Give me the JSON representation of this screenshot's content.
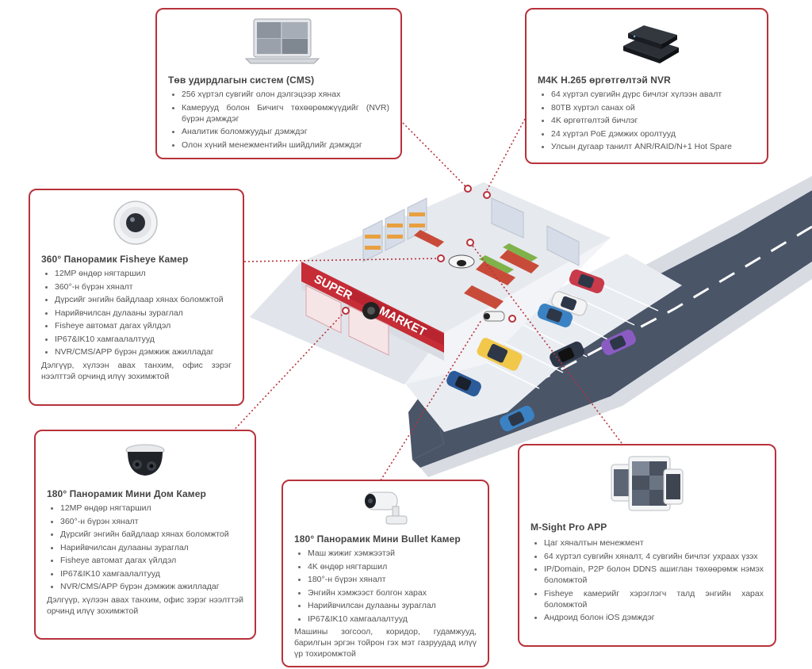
{
  "cms": {
    "title": "Төв удирдлагын систем (CMS)",
    "items": [
      "256 хүртэл сувгийг олон дэлгэцээр хянах",
      "Камерууд болон Бичигч төхөөрөмжүүдийг (NVR) бүрэн дэмждэг",
      "Аналитик боломжуудыг дэмждэг",
      "Олон хүний менежментийн шийдлийг дэмждэг"
    ]
  },
  "nvr": {
    "title": "M4K H.265 өргөтгөлтэй NVR",
    "items": [
      "64 хүртэл сувгийн дүрс бичлэг хүлээн авалт",
      "80TB хүртэл санах ой",
      "4K өргөтгөлтэй бичлэг",
      "24 хүртэл PoE дэмжих оролтууд",
      "Улсын дугаар танилт ANR/RAID/N+1 Hot Spare"
    ]
  },
  "fisheye": {
    "title": "360° Панорамик Fisheye Камер",
    "items": [
      "12MP өндөр нягтаршил",
      "360°-н бүрэн хяналт",
      "Дүрсийг энгийн байдлаар хянах боломжтой",
      "Нарийвчилсан дулааны зураглал",
      "Fisheye автомат дагах үйлдэл",
      "IP67&IK10 хамгаалалтууд",
      "NVR/CMS/APP бүрэн дэмжиж ажилладаг"
    ],
    "note": "Дэлгүүр, хүлээн авах танхим, офис зэрэг нээлттэй орчинд илүү зохимжтой"
  },
  "dome": {
    "title": "180° Панорамик Мини Дом Камер",
    "items": [
      "12MP өндөр нягтаршил",
      "360°-н бүрэн хяналт",
      "Дүрсийг энгийн байдлаар хянах боломжтой",
      "Нарийвчилсан дулааны зураглал",
      "Fisheye автомат дагах үйлдэл",
      "IP67&IK10 хамгаалалтууд",
      "NVR/CMS/APP бүрэн дэмжиж ажилладаг"
    ],
    "note": "Дэлгүүр, хүлээн авах танхим, офис зэрэг нээлттэй орчинд илүү зохимжтой"
  },
  "bullet": {
    "title": "180° Панорамик Мини Bullet Камер",
    "items": [
      "Маш жижиг хэмжээтэй",
      "4K өндөр нягтаршил",
      "180°-н бүрэн хяналт",
      "Энгийн хэмжээст болгон харах",
      "Нарийвчилсан дулааны зураглал",
      "IP67&IK10 хамгаалалтууд"
    ],
    "note": "Машины зогсоол, коридор, гудамжууд, барилгын эргэн тойрон гэх мэт газруудад илүү үр тохиромжтой"
  },
  "app": {
    "title": "M-Sight Pro APP",
    "items": [
      "Цаг хяналтын менежмент",
      "64 хүртэл сувгийн хяналт, 4 сувгийн бичлэг ухраах үзэх",
      "IP/Domain, P2P болон DDNS ашиглан төхөөрөмж нэмэх боломжтой",
      "Fisheye камерийг хэрэглэгч талд энгийн харах боломжтой",
      "Андроид болон iOS дэмждэг"
    ]
  },
  "store_sign": {
    "line1": "SUPER",
    "line2": "MARKET"
  },
  "colors": {
    "accent": "#b8323b",
    "road": "#4a5568",
    "floor": "#e9edf2"
  }
}
